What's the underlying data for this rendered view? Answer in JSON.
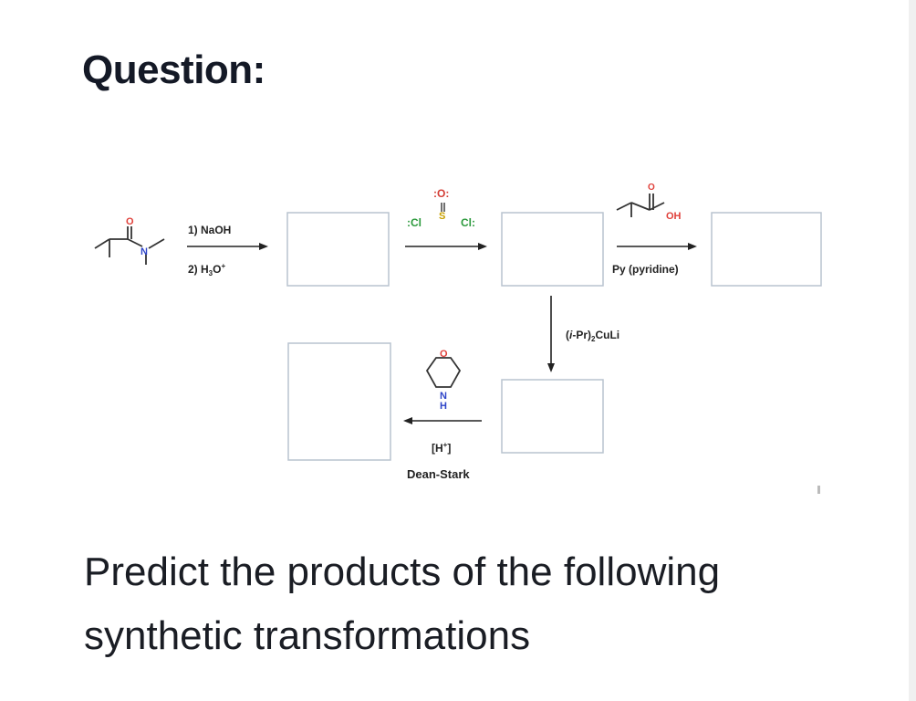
{
  "heading": "Question:",
  "prompt": "Predict the products of the following synthetic transformations",
  "reagents": {
    "step1_a": "1) NaOH",
    "step1_b_prefix": "2) H",
    "step1_b_sub": "3",
    "step1_b_mid": "O",
    "step1_b_sup": "+",
    "step2_atoms": {
      "o": ":O:",
      "s": "S",
      "cl_left": ":Cl",
      "cl_right": "Cl:"
    },
    "step3_atoms": {
      "o": "O",
      "oh": "OH"
    },
    "step3_label": "Py (pyridine)",
    "step4_open": "(",
    "step4_i": "i",
    "step4_rest_a": "-Pr)",
    "step4_sub": "2",
    "step4_rest_b": "CuLi",
    "step5_atoms": {
      "o": "O",
      "n": "N",
      "h": "H"
    },
    "step5_acid_open": "[H",
    "step5_acid_sup": "+",
    "step5_acid_close": "]",
    "step5_label": "Dean-Stark"
  },
  "start_atoms": {
    "o": "O",
    "n": "N"
  }
}
